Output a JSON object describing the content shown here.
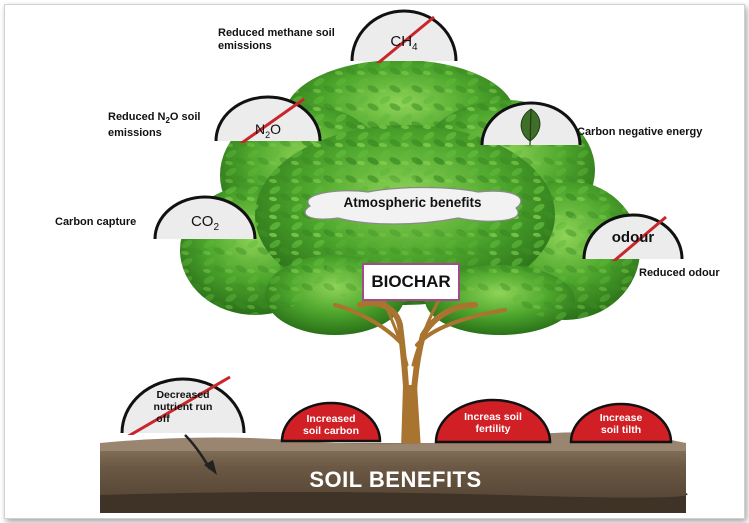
{
  "labels": {
    "methane": "Reduced methane soil emissions",
    "n2o_line1": "Reduced N",
    "n2o_sub": "2",
    "n2o_line1_rest": "O soil",
    "n2o_line2": "emissions",
    "carbon_negative": "Carbon negative energy",
    "carbon_capture": "Carbon capture",
    "odour": "Reduced odour"
  },
  "domes": {
    "ch4_main": "CH",
    "ch4_sub": "4",
    "n2o_main": "N",
    "n2o_sub": "2",
    "n2o_rest": "O",
    "co2_main": "CO",
    "co2_sub": "2",
    "odour": "odour",
    "leaf_icon": "leaf-icon"
  },
  "center": {
    "atmospheric": "Atmospheric benefits",
    "biochar": "BIOCHAR"
  },
  "soil": {
    "decreased": "Decreased nutrient run off",
    "decreased_l1": "Decreased",
    "decreased_l2": "nutrient run",
    "decreased_l3": "off",
    "carbon_l1": "Increased",
    "carbon_l2": "soil carbon",
    "fertility_l1": "Increas soil",
    "fertility_l2": "fertility",
    "tilth_l1": "Increase",
    "tilth_l2": "soil tilth",
    "title": "SOIL BENEFITS"
  },
  "colors": {
    "foliage_dark": "#2e7d1f",
    "foliage_light": "#6cc13c",
    "trunk": "#a8742f",
    "soil": "#7a6752",
    "red_dome": "#d11f26",
    "strike": "#c8262b"
  }
}
